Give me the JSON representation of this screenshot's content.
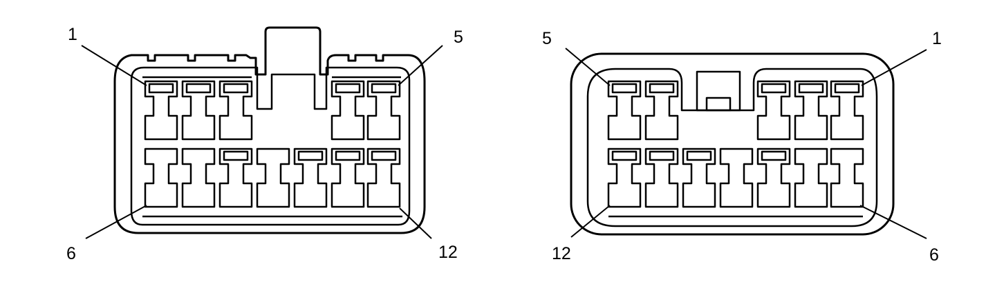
{
  "connectors": [
    {
      "id": "left",
      "labels": {
        "top_left": "1",
        "top_right": "5",
        "bottom_left": "6",
        "bottom_right": "12"
      }
    },
    {
      "id": "right",
      "labels": {
        "top_left": "5",
        "top_right": "1",
        "bottom_left": "12",
        "bottom_right": "6"
      }
    }
  ]
}
